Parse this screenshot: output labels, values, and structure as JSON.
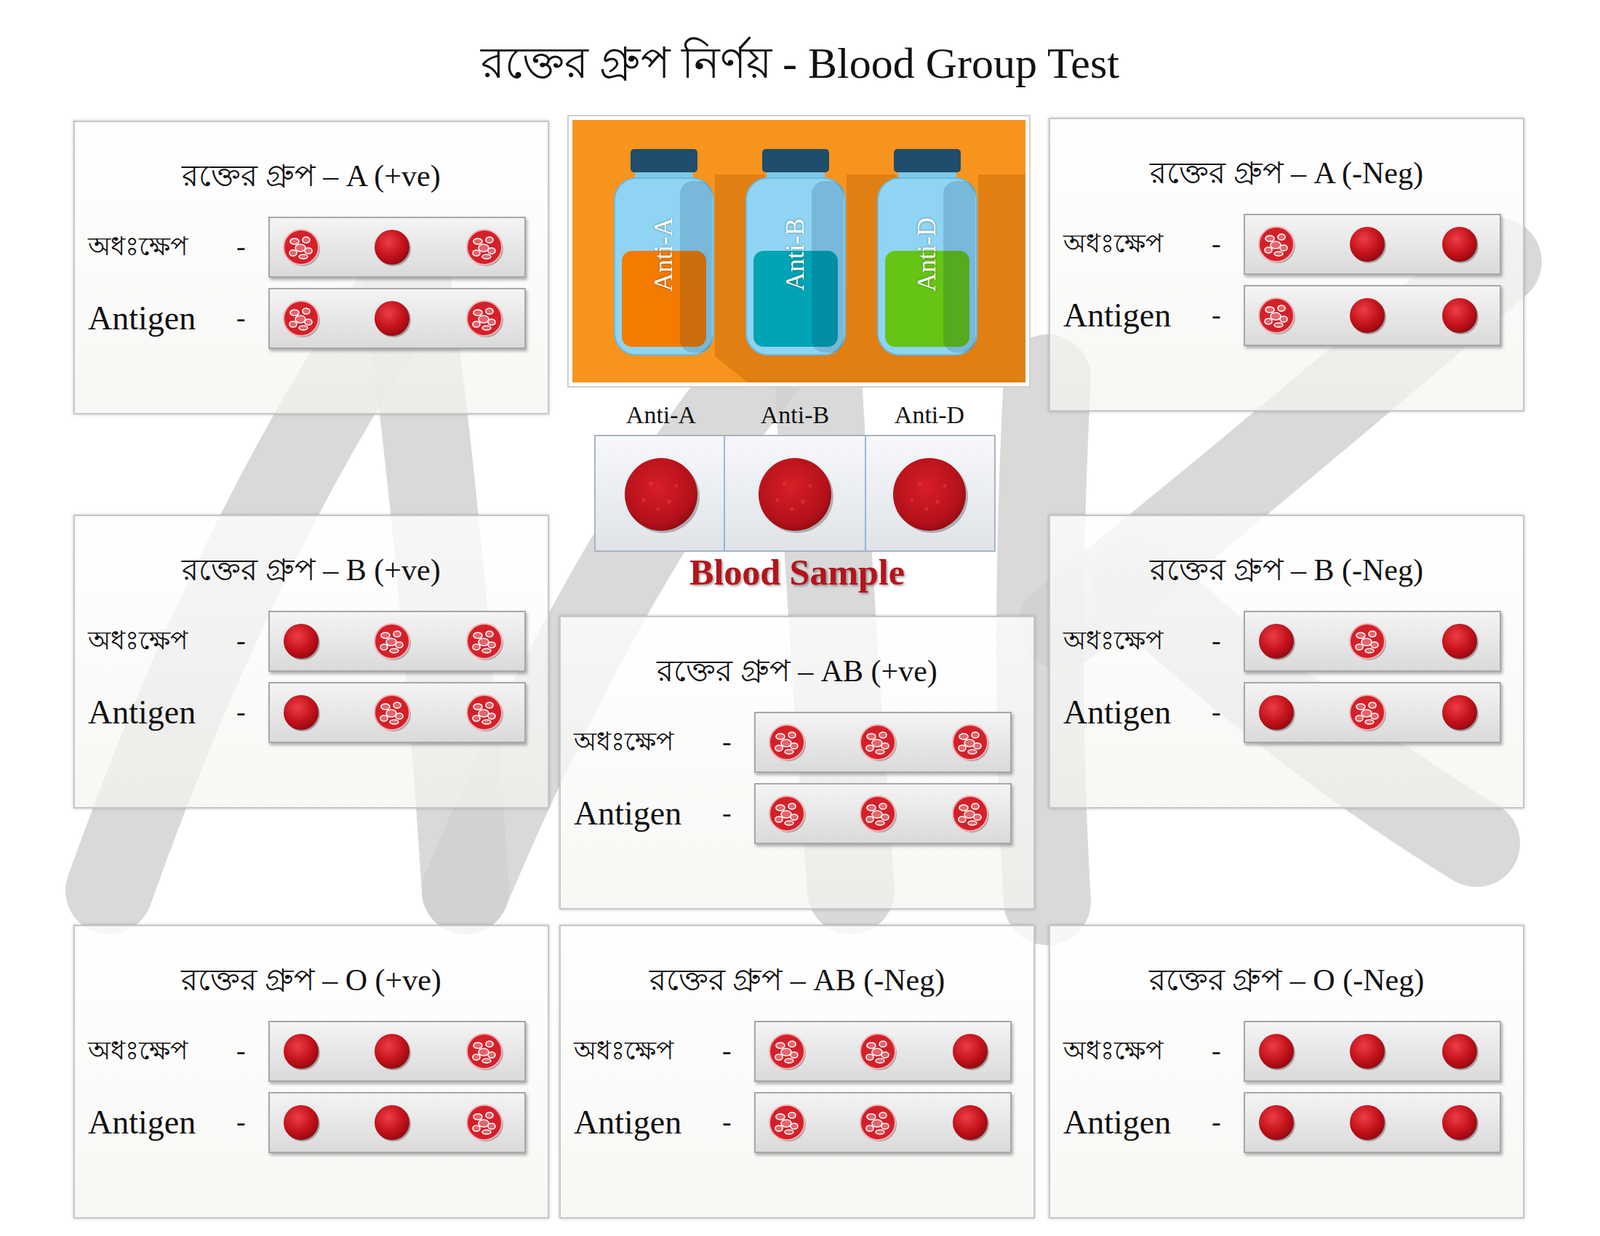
{
  "diagram": {
    "title": "রক্তের গ্রুপ নির্ণয় - Blood Group Test",
    "nodes": [
      {
        "text": [
          "রক্তের গ্রুপ – A (+ve)",
          "অধঃক্ষেপ",
          "-",
          "Antigen",
          "-"
        ]
      },
      {
        "text": [
          "Anti-A"
        ]
      },
      {
        "text": [
          "Anti-B"
        ]
      },
      {
        "text": [
          "Anti-D"
        ]
      },
      {
        "text": [
          "রক্তের গ্রুপ – A (-Neg)",
          "অধঃক্ষেপ",
          "-",
          "Antigen",
          "-"
        ]
      },
      {
        "text": [
          "রক্তের গ্রুপ – B (+ve)",
          "অধঃক্ষেপ",
          "-",
          "Antigen",
          "-"
        ]
      },
      {
        "text": [
          "রক্তের গ্রুপ – B (-Neg)",
          "অধঃক্ষেপ",
          "-",
          "Antigen",
          "-"
        ]
      },
      {
        "text": [
          "রক্তের গ্রুপ – AB (+ve)",
          "অধঃক্ষেপ",
          "-",
          "Antigen",
          "-"
        ]
      },
      {
        "text": [
          "রক্তের গ্রুপ – O (+ve)",
          "অধঃক্ষেপ",
          "-",
          "Antigen",
          "-"
        ]
      },
      {
        "text": [
          "রক্তের গ্রুপ – AB (-Neg)",
          "অধঃক্ষেপ",
          "-",
          "Antigen",
          "-"
        ]
      },
      {
        "text": [
          "রক্তের গ্রুপ – O (-Neg)",
          "অধঃক্ষেপ",
          "-",
          "Antigen",
          "-"
        ]
      }
    ],
    "labels": [
      "Anti-A",
      "Anti-B",
      "Anti-D",
      "Blood Sample"
    ]
  }
}
